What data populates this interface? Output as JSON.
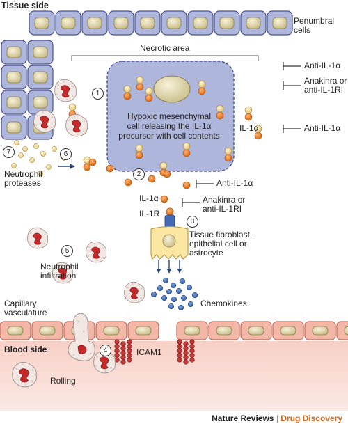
{
  "labels": {
    "tissue_side": "Tissue side",
    "penumbral_cells": "Penumbral\ncells",
    "necrotic_area": "Necrotic area",
    "hypoxic_cell": "Hypoxic mesenchymal\ncell releasing the IL-1α\nprecursor with cell contents",
    "il1a_right": "IL-1α",
    "il1a_mid": "IL-1α",
    "il1r": "IL-1R",
    "neutrophil_proteases": "Neutrophil\nproteases",
    "fibroblast": "Tissue fibroblast,\nepithelial cell or\nastrocyte",
    "neutrophil_infiltration": "Neutrophil\ninfiltration",
    "capillary_vasculature": "Capillary\nvasculature",
    "chemokines": "Chemokines",
    "blood_side": "Blood side",
    "icam1": "ICAM1",
    "rolling": "Rolling"
  },
  "inhibitors": {
    "anti_il1a_1": "Anti-IL-1α",
    "anakinra_1": "Anakinra or\nanti-IL-1RI",
    "anti_il1a_2": "Anti-IL-1α",
    "anti_il1a_3": "Anti-IL-1α",
    "anakinra_2": "Anakinra or\nanti-IL-1RI"
  },
  "steps": [
    "1",
    "2",
    "3",
    "4",
    "5",
    "6",
    "7"
  ],
  "footer": {
    "journal": "Nature Reviews",
    "separator": "|",
    "section": "Drug Discovery"
  },
  "colors": {
    "cell_fill": "#aeb6dc",
    "cell_stroke": "#4a5290",
    "blood_bg": "#f8dcd4",
    "endothelium_fill": "#f3b7a8",
    "endothelium_stroke": "#c26a58",
    "il1a_orange": "#e77a1e",
    "chemokine_blue": "#2e5fa6",
    "neutrophil_red": "#c52a2a",
    "section_accent": "#d5691d"
  }
}
